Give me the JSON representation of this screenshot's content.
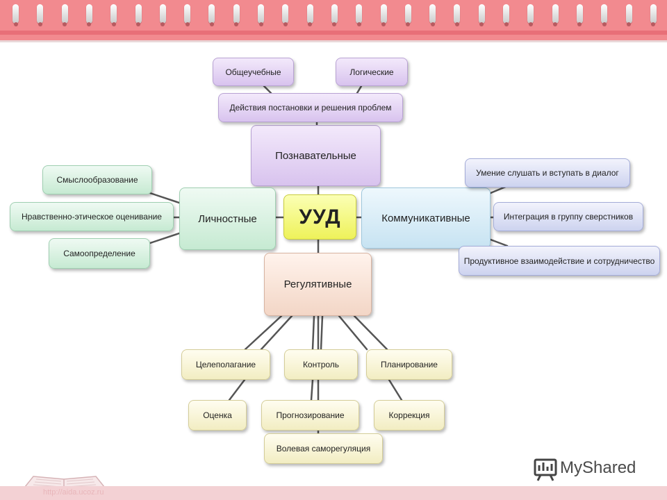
{
  "center": {
    "label": "УУД"
  },
  "branches": {
    "cognitive": {
      "label": "Познавательные"
    },
    "communicative": {
      "label": "Коммуникативные"
    },
    "personal": {
      "label": "Личностные"
    },
    "regulatory": {
      "label": "Регулятивные"
    }
  },
  "cognitive_items": {
    "general": "Общеучебные",
    "logical": "Логические",
    "problem": "Действия постановки и решения проблем"
  },
  "communicative_items": {
    "listen": "Умение слушать и вступать в диалог",
    "integration": "Интеграция в группу сверстников",
    "cooperation": "Продуктивное взаимодействие и сотрудничество"
  },
  "personal_items": {
    "meaning": "Смыслообразование",
    "moral": "Нравственно-этическое оценивание",
    "self": "Самоопределение"
  },
  "regulatory_items": {
    "goal": "Целеполагание",
    "control": "Контроль",
    "planning": "Планирование",
    "evaluation": "Оценка",
    "forecast": "Прогнозирование",
    "correction": "Коррекция",
    "will": "Волевая саморегуляция"
  },
  "footer": {
    "url": "http://aida.ucoz.ru",
    "logo": "MyShared"
  },
  "colors": {
    "header": "#f28a8f",
    "footer": "#f3d1d4",
    "connector": "#555555"
  }
}
